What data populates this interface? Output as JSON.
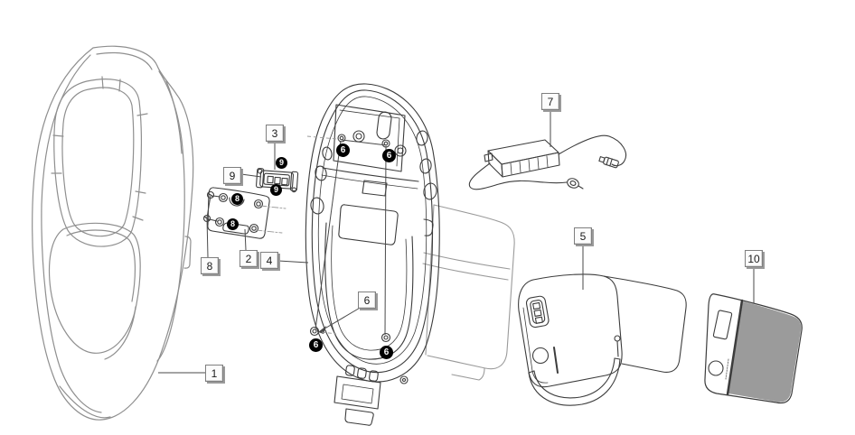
{
  "labels": {
    "l1": "1",
    "l2": "2",
    "l3": "3",
    "l4": "4",
    "l5": "5",
    "l6": "6",
    "l7": "7",
    "l8": "8",
    "l9": "9",
    "l10": "10"
  },
  "badges": {
    "b6": "6",
    "b8": "8",
    "b9": "9"
  },
  "colors": {
    "background": "#ffffff",
    "dark_line": "#3c3c3c",
    "light_line": "#8f8f8f",
    "label_box_bg": "#fcfcfc",
    "label_box_border": "#7f7f7f",
    "label_box_shadow": "#9a9a9a",
    "badge_bg": "#000000",
    "badge_text": "#ffffff",
    "battery_pack_fill": "#9b9b9b"
  }
}
